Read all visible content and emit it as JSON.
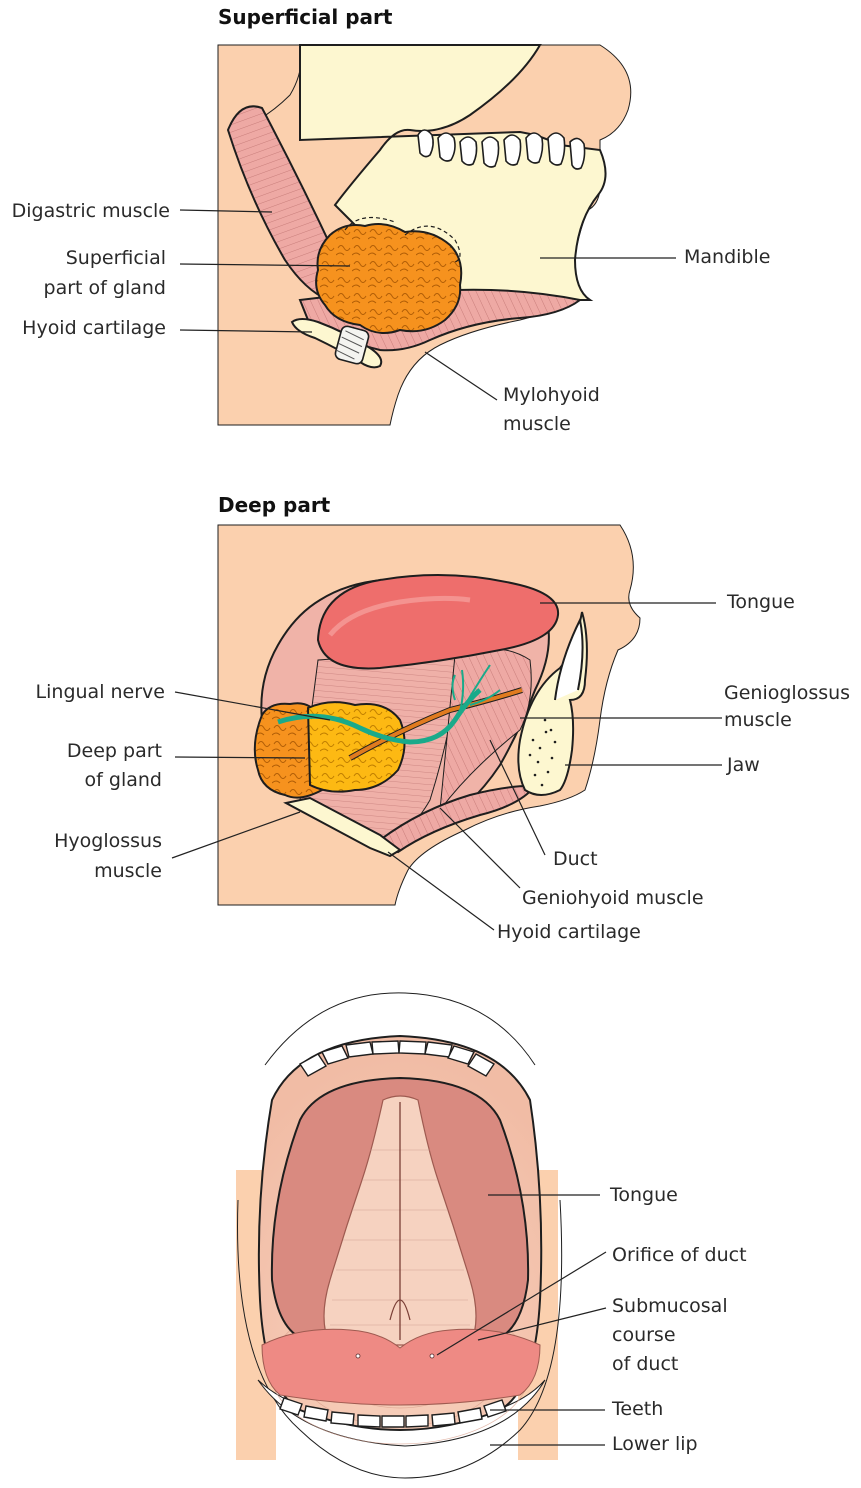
{
  "panels": {
    "superficial": {
      "title": "Superficial part",
      "labels": {
        "digastric": "Digastric muscle",
        "superficial_gland_1": "Superficial",
        "superficial_gland_2": "part of gland",
        "hyoid": "Hyoid cartilage",
        "mandible": "Mandible",
        "mylohyoid_1": "Mylohyoid",
        "mylohyoid_2": "muscle"
      }
    },
    "deep": {
      "title": "Deep part",
      "labels": {
        "tongue": "Tongue",
        "lingual_nerve": "Lingual nerve",
        "genioglossus_1": "Genioglossus",
        "genioglossus_2": "muscle",
        "deep_gland_1": "Deep part",
        "deep_gland_2": "of gland",
        "jaw": "Jaw",
        "hyoglossus_1": "Hyoglossus",
        "hyoglossus_2": "muscle",
        "duct": "Duct",
        "geniohyoid": "Geniohyoid muscle",
        "hyoid": "Hyoid cartilage"
      }
    },
    "mouth": {
      "labels": {
        "tongue": "Tongue",
        "orifice": "Orifice of duct",
        "submucosal_1": "Submucosal",
        "submucosal_2": "course",
        "submucosal_3": "of duct",
        "teeth": "Teeth",
        "lower_lip": "Lower lip"
      }
    }
  },
  "colors": {
    "skin": "#FBD0AE",
    "bone": "#FDF7D0",
    "muscle": "#EEA9A4",
    "gland_superficial": "#F6921E",
    "gland_deep": "#FDB913",
    "tongue": "#EE6E6C",
    "nerve": "#1AAA8A",
    "duct": "#E07B1F",
    "mucosa": "#F4C2AE"
  }
}
